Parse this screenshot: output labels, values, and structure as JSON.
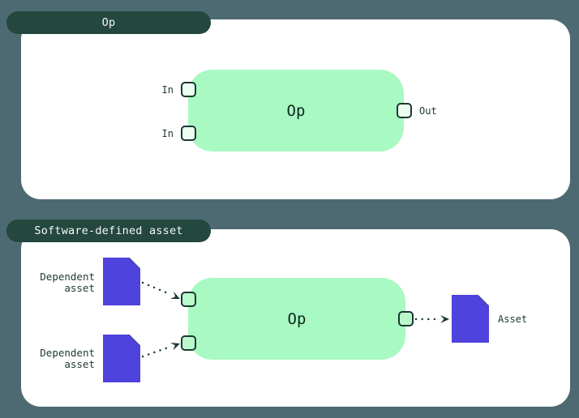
{
  "colors": {
    "background": "#4d6a72",
    "card": "#ffffff",
    "tab": "#24473e",
    "tab_text": "#f4f9f7",
    "op_node": "#a8f9c2",
    "asset_doc": "#4f43dd",
    "ink": "#1c3833",
    "node_text": "#0e2620"
  },
  "op_card": {
    "tab_label": "Op",
    "node_label": "Op",
    "inputs": [
      {
        "label": "In"
      },
      {
        "label": "In"
      }
    ],
    "output": {
      "label": "Out"
    }
  },
  "sda_card": {
    "tab_label": "Software-defined asset",
    "node_label": "Op",
    "dependent_assets": [
      {
        "line1": "Dependent",
        "line2": "asset"
      },
      {
        "line1": "Dependent",
        "line2": "asset"
      }
    ],
    "output_asset": {
      "label": "Asset"
    }
  },
  "icons": {
    "dependent_asset": "asset-document-icon",
    "output_asset": "asset-document-icon",
    "input_port": "input-handle",
    "output_port": "output-handle",
    "dependency_arrow": "dotted-arrow"
  }
}
